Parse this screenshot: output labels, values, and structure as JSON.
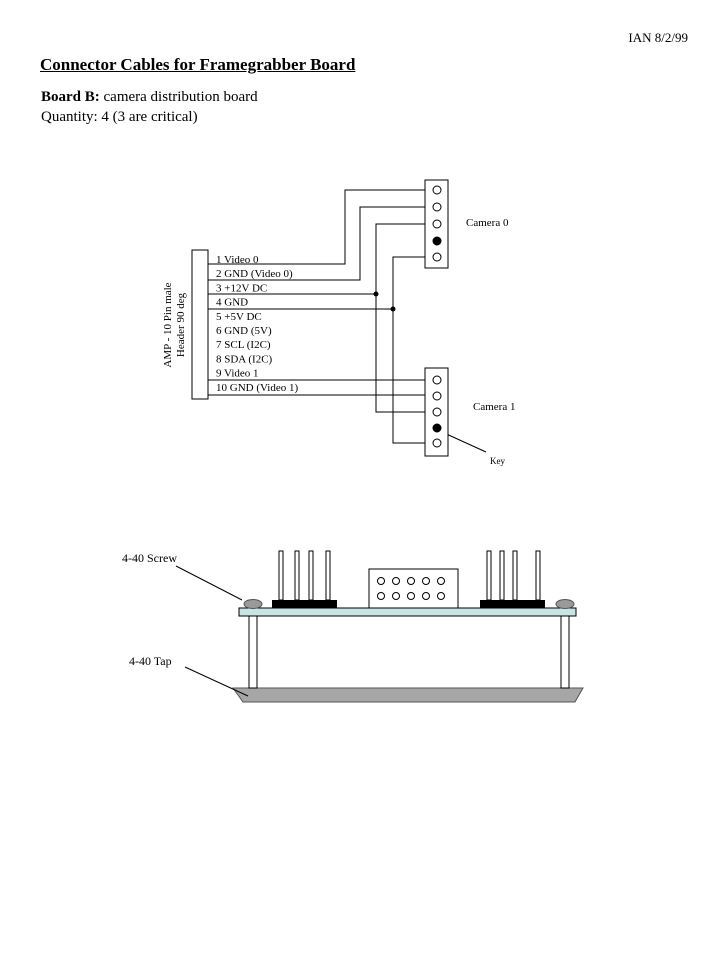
{
  "header": {
    "date": "IAN 8/2/99",
    "title": "Connector Cables for Framegrabber Board",
    "board_label": "Board B:",
    "board_desc": "camera distribution board",
    "quantity": "Quantity: 4 (3 are critical)"
  },
  "wiring": {
    "header_label_line1": "AMP - 10 Pin male",
    "header_label_line2": "Header 90 deg",
    "pins": [
      "1   Video 0",
      "2   GND (Video 0)",
      "3   +12V DC",
      "4   GND",
      "5   +5V DC",
      "6   GND (5V)",
      "7   SCL (I2C)",
      "8   SDA (I2C)",
      "9   Video 1",
      "10 GND (Video 1)"
    ],
    "camera0_label": "Camera 0",
    "camera1_label": "Camera 1",
    "key_label": "Key"
  },
  "mounting": {
    "screw_label": "4-40 Screw",
    "tap_label": "4-40 Tap",
    "colors": {
      "board": "#c8e4e4",
      "base": "#a6a6a6",
      "screw_head": "#9a9a9a"
    }
  }
}
